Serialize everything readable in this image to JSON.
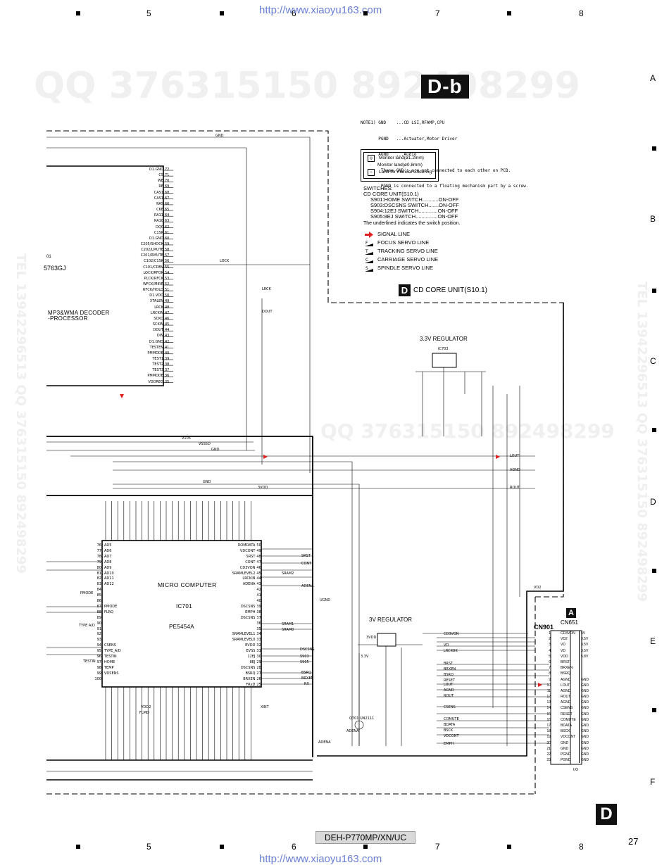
{
  "header": {
    "url": "http://www.xiaoyu163.com",
    "ruler_numbers": [
      "5",
      "6",
      "7",
      "8"
    ]
  },
  "footer": {
    "url": "http://www.xiaoyu163.com",
    "ruler_numbers": [
      "5",
      "6",
      "7",
      "8"
    ],
    "model": "DEH-P770MP/XN/UC",
    "page_number": "27"
  },
  "side_letters": [
    "A",
    "B",
    "C",
    "D",
    "E",
    "F"
  ],
  "watermarks": {
    "qq_top": "QQ 376315150   892498299",
    "qq_mid": "QQ 376315150  892498299",
    "tel_left": "TEL 13942296513  QQ 376315150 892498299",
    "tel_right": "TEL 13942296513  QQ 376315150 892498299"
  },
  "sheet_badge": "D-b",
  "corner_badge": "D",
  "notes": {
    "lines": [
      "NOTE1) GND    ...CD LSI,RFAMP,CPU",
      "       PGND   ...Actuator,Motor Driver",
      "       AGND   ...Audio",
      "        These GND's are not connected to each other on PCB.",
      "        PGND is connected to a floating mechanism part by a screw."
    ]
  },
  "land_legend": {
    "rows": [
      {
        "symbol": "◎",
        "text": "Monitor land(ø1.2mm)"
      },
      {
        "symbol": "·",
        "text": "Monitor land(ø0.8mm)"
      },
      {
        "symbol": "○",
        "text": "Land for manual soldering"
      }
    ]
  },
  "switches": {
    "title": "SWITCHES:",
    "unit": "CD CORE UNIT(S10.1)",
    "items": [
      "S901:HOME SWITCH...........ON-OFF",
      "S903:DSCSNS SWITCH.......ON-OFF",
      "S904:12EJ SWITCH.............ON-OFF",
      "S905:8EJ SWITCH...............ON-OFF"
    ],
    "note": "The underlined indicates the switch position."
  },
  "signal_legend": [
    {
      "icon": "arrow-red",
      "label": "SIGNAL LINE"
    },
    {
      "icon": "F",
      "label": "FOCUS SERVO LINE"
    },
    {
      "icon": "T",
      "label": "TRACKING SERVO LINE"
    },
    {
      "icon": "C",
      "label": "CARRIAGE SERVO LINE"
    },
    {
      "icon": "S",
      "label": "SPINDLE SERVO LINE"
    }
  ],
  "unit": {
    "badge": "D",
    "title": "CD CORE UNIT(S10.1)"
  },
  "blocks": {
    "decoder_title_1": "MP3&WMA DECODER",
    "decoder_title_2": "-PROCESSOR",
    "decoder_partial": "5763GJ",
    "decoder_ref": "01",
    "reg33_title": "3.3V REGULATOR",
    "reg33_ref": "IC703",
    "reg3_title": "3V REGULATOR",
    "micro_title": "MICRO COMPUTER",
    "micro_ref": "IC701",
    "micro_part": "PE5454A",
    "connector_ref": "CN901",
    "connector_badge": "A",
    "connector_name": "CN651",
    "io_label": "I/O"
  },
  "decoder_pins": [
    {
      "num": "72",
      "name": "D1.GND"
    },
    {
      "num": "71",
      "name": "CS"
    },
    {
      "num": "70",
      "name": "WE"
    },
    {
      "num": "69",
      "name": "RE"
    },
    {
      "num": "68",
      "name": "CAS1"
    },
    {
      "num": "67",
      "name": "CAS1"
    },
    {
      "num": "66",
      "name": "RAS"
    },
    {
      "num": "65",
      "name": "CKE"
    },
    {
      "num": "64",
      "name": "RA11"
    },
    {
      "num": "63",
      "name": "RA10"
    },
    {
      "num": "62",
      "name": "DQ0"
    },
    {
      "num": "61",
      "name": "C1SK"
    },
    {
      "num": "60",
      "name": "D1.GND"
    },
    {
      "num": "59",
      "name": "C205/SHOCK"
    },
    {
      "num": "58",
      "name": "C202/LMUTE"
    },
    {
      "num": "57",
      "name": "C201/RMUTE"
    },
    {
      "num": "56",
      "name": "C102/C1SK"
    },
    {
      "num": "55",
      "name": "C101/CDBV"
    },
    {
      "num": "54",
      "name": "LOCK/RFOK"
    },
    {
      "num": "53",
      "name": "PLCK/RFCK"
    },
    {
      "num": "52",
      "name": "WFCK/MIRR"
    },
    {
      "num": "51",
      "name": "RFCK/HOLD"
    },
    {
      "num": "50",
      "name": "D1.VDD"
    },
    {
      "num": "49",
      "name": "XTALEN"
    },
    {
      "num": "48",
      "name": "LRCK"
    },
    {
      "num": "47",
      "name": "LRCKIN"
    },
    {
      "num": "46",
      "name": "SCKO"
    },
    {
      "num": "45",
      "name": "SCKIN"
    },
    {
      "num": "44",
      "name": "DOUT"
    },
    {
      "num": "43",
      "name": "DIN"
    },
    {
      "num": "42",
      "name": "D1.GND"
    },
    {
      "num": "41",
      "name": "TESTEN"
    },
    {
      "num": "40",
      "name": "PMMODE"
    },
    {
      "num": "39",
      "name": "TEST1"
    },
    {
      "num": "38",
      "name": "TEST2"
    },
    {
      "num": "37",
      "name": "TEST3"
    },
    {
      "num": "36",
      "name": "PMMODE"
    },
    {
      "num": "35",
      "name": "VDDREG"
    }
  ],
  "micro_left_pins": [
    {
      "num": "76",
      "name": "AD5"
    },
    {
      "num": "77",
      "name": "AD6"
    },
    {
      "num": "78",
      "name": "AD7"
    },
    {
      "num": "79",
      "name": "AD8"
    },
    {
      "num": "80",
      "name": "AD9"
    },
    {
      "num": "81",
      "name": "AD10"
    },
    {
      "num": "82",
      "name": "AD11"
    },
    {
      "num": "83",
      "name": "AD12"
    },
    {
      "num": "84",
      "name": ""
    },
    {
      "num": "85",
      "name": ""
    },
    {
      "num": "86",
      "name": ""
    },
    {
      "num": "87",
      "name": "PMODE"
    },
    {
      "num": "88",
      "name": "FLRQ"
    },
    {
      "num": "89",
      "name": ""
    },
    {
      "num": "90",
      "name": ""
    },
    {
      "num": "91",
      "name": ""
    },
    {
      "num": "92",
      "name": ""
    },
    {
      "num": "93",
      "name": ""
    },
    {
      "num": "94",
      "name": "CSENS"
    },
    {
      "num": "95",
      "name": "TYPE_A/D"
    },
    {
      "num": "96",
      "name": "TESTIN"
    },
    {
      "num": "97",
      "name": "HOME"
    },
    {
      "num": "98",
      "name": "TEMP"
    },
    {
      "num": "99",
      "name": "VDSENS"
    },
    {
      "num": "100",
      "name": ""
    }
  ],
  "micro_right_pins": [
    {
      "num": "50",
      "name": "ROMDATA"
    },
    {
      "num": "49",
      "name": "VDCONT"
    },
    {
      "num": "48",
      "name": "SRST"
    },
    {
      "num": "47",
      "name": "CONT"
    },
    {
      "num": "46",
      "name": "CD3VON"
    },
    {
      "num": "45",
      "name": "SRAMLEVEL2"
    },
    {
      "num": "44",
      "name": "LRCKIN"
    },
    {
      "num": "43",
      "name": "ADENA"
    },
    {
      "num": "42",
      "name": ""
    },
    {
      "num": "41",
      "name": ""
    },
    {
      "num": "40",
      "name": ""
    },
    {
      "num": "39",
      "name": "DSCSNS"
    },
    {
      "num": "38",
      "name": "EMPH"
    },
    {
      "num": "37",
      "name": "DSCSNS"
    },
    {
      "num": "36",
      "name": ""
    },
    {
      "num": "35",
      "name": ""
    },
    {
      "num": "34",
      "name": "SRAMLEVEL1"
    },
    {
      "num": "33",
      "name": "SRAMLEVEL0"
    },
    {
      "num": "32",
      "name": "EVDD"
    },
    {
      "num": "31",
      "name": "EVSS"
    },
    {
      "num": "30",
      "name": "12EJ"
    },
    {
      "num": "29",
      "name": "8EJ"
    },
    {
      "num": "28",
      "name": "DSCSNS"
    },
    {
      "num": "27",
      "name": "BSRQ"
    },
    {
      "num": "26",
      "name": "BRXEN"
    },
    {
      "num": "25",
      "name": "FRxD"
    }
  ],
  "connector_pins": [
    {
      "num": "1",
      "name": "CD3VON",
      "v": "5V"
    },
    {
      "num": "2",
      "name": "VD2",
      "v": "3.5V"
    },
    {
      "num": "3",
      "name": "VD",
      "v": "3.5V"
    },
    {
      "num": "4",
      "name": "VD",
      "v": "3.5V"
    },
    {
      "num": "5",
      "name": "VDD",
      "v": "5.8V"
    },
    {
      "num": "6",
      "name": "BRST",
      "v": ""
    },
    {
      "num": "7",
      "name": "BRXEN",
      "v": ""
    },
    {
      "num": "8",
      "name": "BSRQ",
      "v": ""
    },
    {
      "num": "9",
      "name": "AGND",
      "v": "GND"
    },
    {
      "num": "10",
      "name": "LOUT",
      "v": "GND"
    },
    {
      "num": "11",
      "name": "AGND",
      "v": "GND"
    },
    {
      "num": "12",
      "name": "ROUT",
      "v": "GND"
    },
    {
      "num": "13",
      "name": "AGND",
      "v": "GND"
    },
    {
      "num": "14",
      "name": "CSENS",
      "v": "GND"
    },
    {
      "num": "15",
      "name": "RESET",
      "v": "GND"
    },
    {
      "num": "16",
      "name": "COMUTE",
      "v": "GND"
    },
    {
      "num": "17",
      "name": "BDATA",
      "v": "GND"
    },
    {
      "num": "18",
      "name": "BSCK",
      "v": "GND"
    },
    {
      "num": "19",
      "name": "VDCONT",
      "v": "GND"
    },
    {
      "num": "20",
      "name": "GND",
      "v": "GND"
    },
    {
      "num": "21",
      "name": "GND",
      "v": "GND"
    },
    {
      "num": "22",
      "name": "PGND",
      "v": "GND"
    },
    {
      "num": "23",
      "name": "PGND",
      "v": "GND"
    }
  ],
  "net_labels": {
    "lock": "LOCK",
    "lrck": "LRCK",
    "dout": "DOUT",
    "lout": "LOUT",
    "agnd": "AGND",
    "rout": "ROUT",
    "gnd": "GND",
    "v3vd": "3VDD",
    "v105": "V105",
    "vss": "VSS5D",
    "vd2": "VD2",
    "vd": "VD",
    "lrckok": "LRCKOK",
    "cd3von": "CD3VON",
    "brst": "BRST",
    "brxen": "BRXEN",
    "bsrq": "BSRQ",
    "reset": "RESET",
    "csens": "CSENS",
    "comute": "COMUTE",
    "bdata": "BDATA",
    "bsck": "BSCK",
    "vdcont": "VDCONT",
    "emph": "EMPH",
    "adena": "ADENA",
    "srst": "SRST",
    "cont": "CONT",
    "sram2": "SRAM2",
    "sram1": "SRAM1",
    "sram0": "SRAM0",
    "dscsns": "DSCSNS",
    "s903": "S903",
    "s905": "S905",
    "bsrq2": "BSRQ",
    "brxen2": "BRXEN",
    "rx": "RX",
    "ugnd": "UGND",
    "typead": "TYPE A/D",
    "pmode": "PMODE",
    "testin": "TESTIN",
    "vdd2": "VDD2",
    "flmd": "FLMD",
    "xint": "XINT",
    "v33": "3.3V",
    "q701": "Q701 UN2111"
  },
  "colors": {
    "watermark": "#f0f0f0",
    "signal_red": "#e02020",
    "url_blue": "#6a7fd6",
    "badge_bg": "#111111"
  }
}
